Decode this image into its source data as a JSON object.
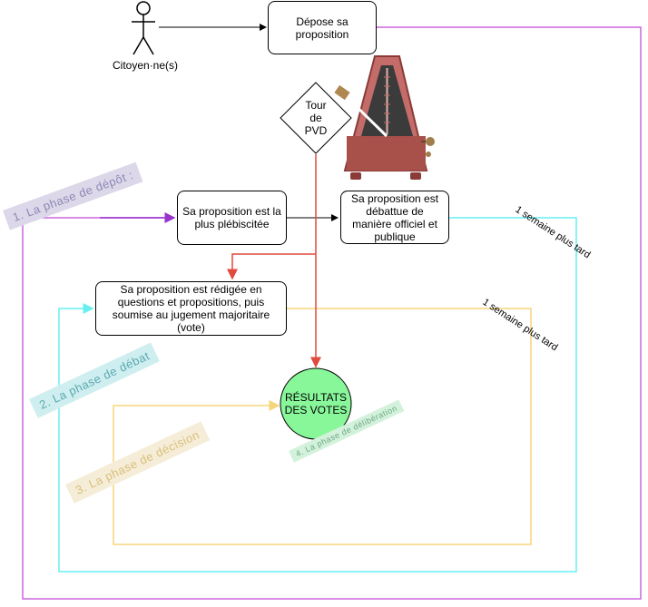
{
  "actor": {
    "label": "Citoyen·ne(s)"
  },
  "nodes": {
    "depose": "Dépose sa proposition",
    "tour": "Tour de PVD",
    "plebiscitee": "Sa proposition est la plus plébiscitée",
    "debattue": "Sa proposition est débattue de manière officiel et publique",
    "redigee": "Sa proposition est rédigée en questions et propositions, puis soumise au jugement majoritaire (vote)",
    "resultats": "RÉSULTATS DES VOTES"
  },
  "delays": {
    "first": "1 semaine plus tard",
    "second": "1 semaine plus tard"
  },
  "phases": {
    "depot": "1. La phase de dépôt :",
    "debat": "2. La phase de débat",
    "decision": "3. La phase de décision",
    "deliberation": "4. La phase de délibération"
  },
  "colors": {
    "purple": "#cc66dd",
    "violet_arrow": "#9933cc",
    "cyan": "#66f0f0",
    "yellow": "#f5d67a",
    "red": "#e04a3f",
    "green": "#88f79a",
    "phase1_bg": "#dcd8ea",
    "phase2_bg": "#cfeef0",
    "phase3_bg": "#f6edd8",
    "phase4_bg": "#d3f2dc"
  },
  "icons": {
    "metronome": "metronome-icon",
    "actor": "stick-figure-icon"
  }
}
